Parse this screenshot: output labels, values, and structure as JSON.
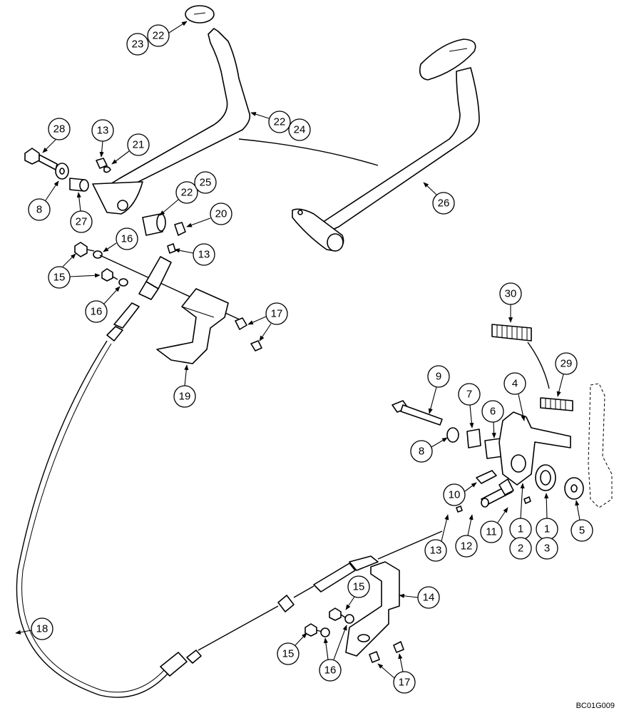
{
  "figure_code": "BC01G009",
  "callouts": [
    "23",
    "22",
    "28",
    "13",
    "21",
    "8",
    "27",
    "22",
    "25",
    "20",
    "16",
    "15",
    "13",
    "15",
    "16",
    "17",
    "19",
    "24",
    "26",
    "30",
    "29",
    "9",
    "7",
    "6",
    "4",
    "8",
    "10",
    "11",
    "12",
    "13",
    "1",
    "2",
    "1",
    "3",
    "5",
    "14",
    "15",
    "15",
    "16",
    "17",
    "18"
  ]
}
